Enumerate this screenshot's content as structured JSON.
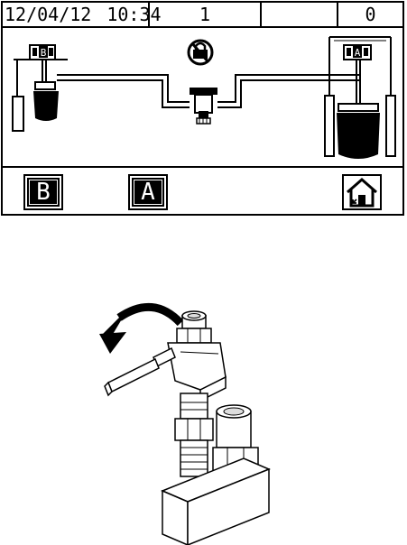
{
  "status_bar": {
    "date": "12/04/12",
    "time": "10:34",
    "count": "1",
    "blank": "",
    "errors": "0"
  },
  "diagram": {
    "lock_icon": "locked-padlock-icon",
    "pump_b_label": "B",
    "pump_a_label": "A",
    "dispense_valve_icon": "dispense-valve-icon"
  },
  "buttons": {
    "b_label": "B",
    "a_label": "A",
    "home_icon": "home-icon"
  },
  "illustration": {
    "description_icon": "rotate-counterclockwise-arrow-icon"
  }
}
